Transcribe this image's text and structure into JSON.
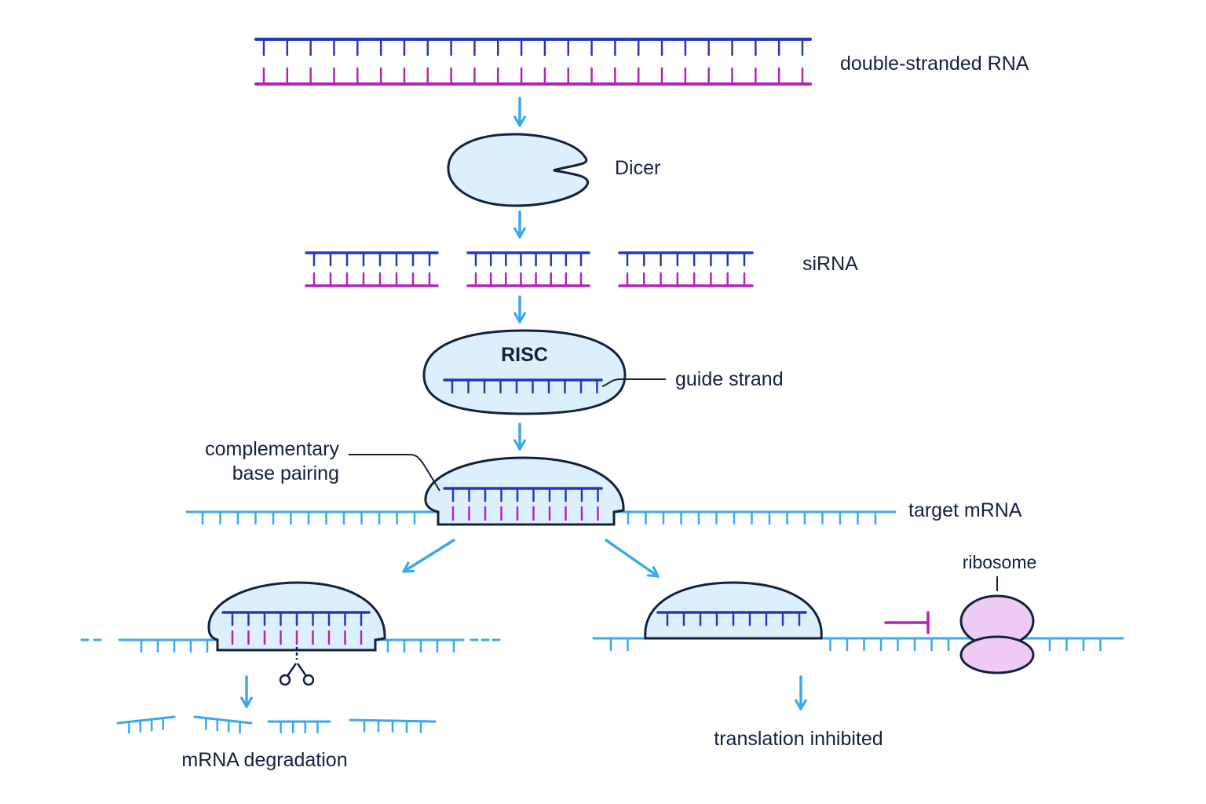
{
  "labels": {
    "dsrna": "double-stranded RNA",
    "dicer": "Dicer",
    "sirna": "siRNA",
    "risc": "RISC",
    "guide_strand": "guide strand",
    "complementary_1": "complementary",
    "complementary_2": "base pairing",
    "target_mrna": "target mRNA",
    "ribosome": "ribosome",
    "mrna_degradation": "mRNA degradation",
    "translation_inhibited": "translation inhibited"
  },
  "colors": {
    "strand_dark": "#2438b8",
    "strand_magenta": "#b224b8",
    "mrna": "#3aa8ea",
    "protein_fill": "#dcf0fb",
    "outline": "#14213d",
    "ribosome_fill": "#eecbf2",
    "inhibit": "#b224b8"
  }
}
